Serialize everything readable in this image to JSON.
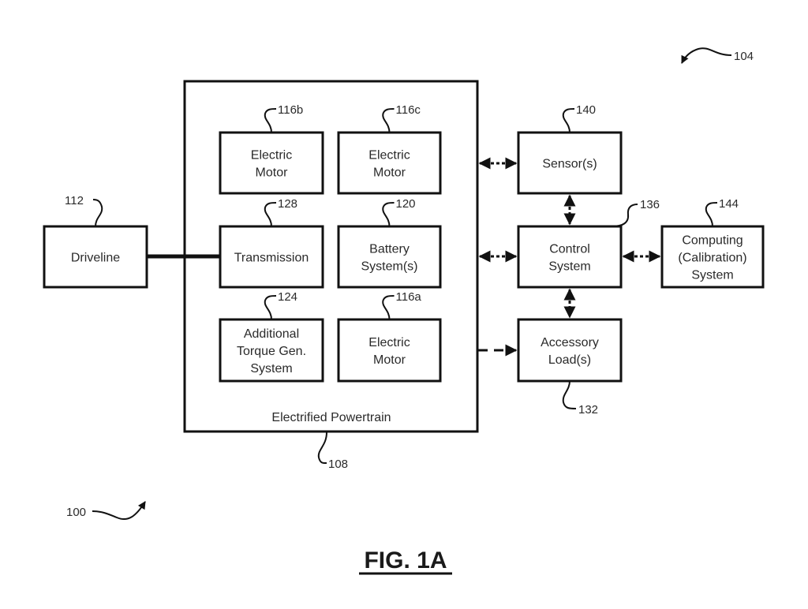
{
  "figure": {
    "title": "FIG. 1A",
    "system_ref": "100",
    "vehicle_ref": "104"
  },
  "powertrain": {
    "label": "Electrified Powertrain",
    "ref": "108",
    "components": [
      {
        "id": "motor_116b",
        "lines": [
          "Electric",
          "Motor"
        ],
        "ref": "116b"
      },
      {
        "id": "motor_116c",
        "lines": [
          "Electric",
          "Motor"
        ],
        "ref": "116c"
      },
      {
        "id": "transmission",
        "lines": [
          "Transmission"
        ],
        "ref": "128"
      },
      {
        "id": "battery",
        "lines": [
          "Battery",
          "System(s)"
        ],
        "ref": "120"
      },
      {
        "id": "torque_gen",
        "lines": [
          "Additional",
          "Torque Gen.",
          "System"
        ],
        "ref": "124"
      },
      {
        "id": "motor_116a",
        "lines": [
          "Electric",
          "Motor"
        ],
        "ref": "116a"
      }
    ]
  },
  "external": {
    "driveline": {
      "lines": [
        "Driveline"
      ],
      "ref": "112"
    },
    "sensors": {
      "lines": [
        "Sensor(s)"
      ],
      "ref": "140"
    },
    "control": {
      "lines": [
        "Control",
        "System"
      ],
      "ref": "136"
    },
    "accessory": {
      "lines": [
        "Accessory",
        "Load(s)"
      ],
      "ref": "132"
    },
    "computing": {
      "lines": [
        "Computing",
        "(Calibration)",
        "System"
      ],
      "ref": "144"
    }
  },
  "connections": [
    {
      "from": "powertrain",
      "to": "sensors",
      "style": "dotted-bidirectional"
    },
    {
      "from": "powertrain",
      "to": "control",
      "style": "dotted-bidirectional"
    },
    {
      "from": "powertrain",
      "to": "accessory",
      "style": "dashed-arrow"
    },
    {
      "from": "sensors",
      "to": "control",
      "style": "dotted-bidirectional"
    },
    {
      "from": "control",
      "to": "accessory",
      "style": "dotted-bidirectional"
    },
    {
      "from": "control",
      "to": "computing",
      "style": "dotted-bidirectional"
    },
    {
      "from": "driveline",
      "to": "transmission",
      "style": "thick-solid"
    }
  ]
}
